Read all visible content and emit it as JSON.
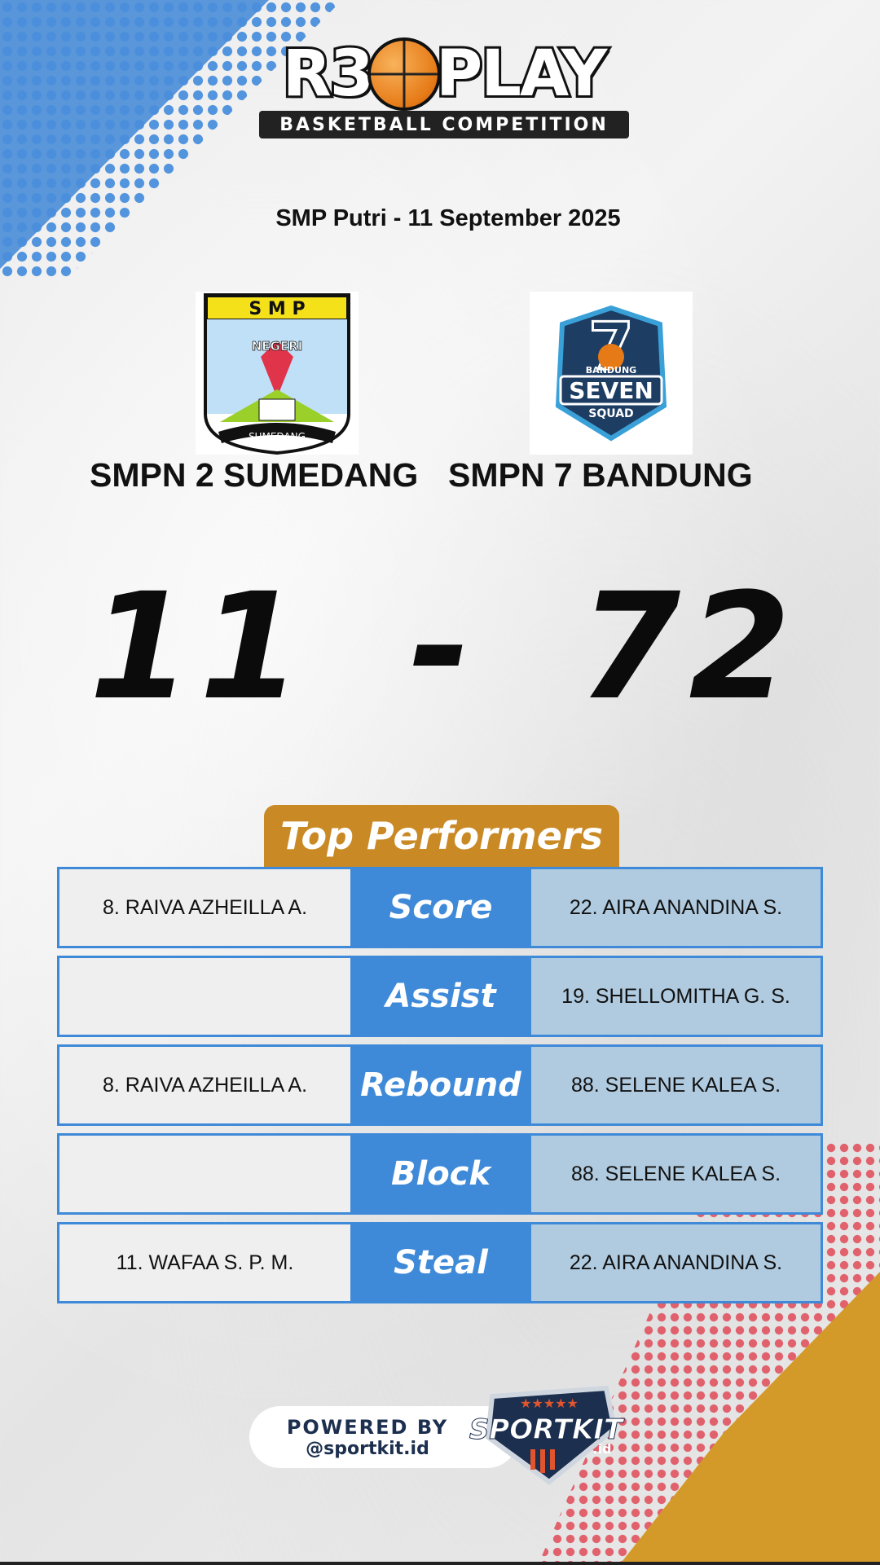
{
  "header": {
    "logo_text_left": "R3",
    "logo_text_right": "PLAY",
    "logo_subtitle": "BASKETBALL COMPETITION"
  },
  "match": {
    "subtitle": "SMP Putri - 11 September 2025",
    "home_name": "SMPN 2 SUMEDANG",
    "away_name": "SMPN 7 BANDUNG",
    "home_score": "11",
    "away_score": "72",
    "separator": "-"
  },
  "home_logo": {
    "top_text": "S M P",
    "middle_text": "NEGERI",
    "bottom_text": "SUMEDANG"
  },
  "away_logo": {
    "number": "7",
    "line1": "BANDUNG",
    "line2": "SEVEN",
    "line3": "SQUAD"
  },
  "top_performers": {
    "title": "Top Performers",
    "rows": [
      {
        "category": "Score",
        "home": "8. RAIVA AZHEILLA A.",
        "away": "22. AIRA ANANDINA S."
      },
      {
        "category": "Assist",
        "home": "",
        "away": "19. SHELLOMITHA G. S."
      },
      {
        "category": "Rebound",
        "home": "8. RAIVA AZHEILLA A.",
        "away": "88. SELENE KALEA S."
      },
      {
        "category": "Block",
        "home": "",
        "away": "88. SELENE KALEA S."
      },
      {
        "category": "Steal",
        "home": "11. WAFAA S. P. M.",
        "away": "22. AIRA ANANDINA S."
      }
    ]
  },
  "footer": {
    "powered_by": "POWERED BY",
    "handle": "@sportkit.id",
    "brand": "SPORTKIT",
    "brand_suffix": ".id"
  },
  "colors": {
    "accent_blue": "#3f8ad8",
    "accent_gold": "#c98a26",
    "away_cell": "#b0cbe0",
    "home_cell": "#efefef"
  }
}
